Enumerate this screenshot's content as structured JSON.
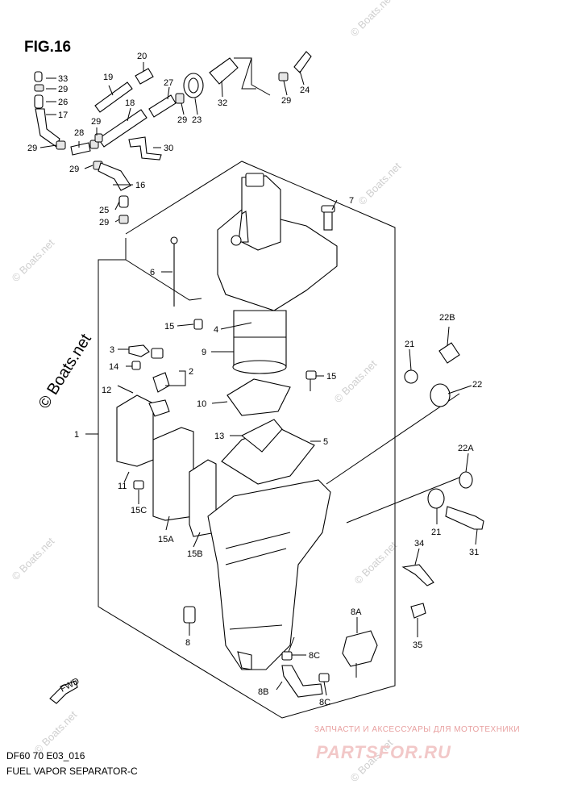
{
  "figure": {
    "title": "FIG.16",
    "model_code": "DF60 70 E03_016",
    "caption": "FUEL VAPOR SEPARATOR-C",
    "fwd_mark": "FWD"
  },
  "watermarks": {
    "small": "© Boats.net",
    "large": "© Boats.net"
  },
  "branding": {
    "tagline": "ЗАПЧАСТИ И АКСЕССУАРЫ ДЛЯ МОТОТЕХНИКИ",
    "site": "PARTSFOR.RU"
  },
  "callouts": {
    "c1": "1",
    "c2": "2",
    "c3": "3",
    "c4": "4",
    "c5": "5",
    "c6": "6",
    "c7": "7",
    "c8": "8",
    "c8A": "8A",
    "c8B": "8B",
    "c8C_a": "8C",
    "c8C_b": "8C",
    "c9": "9",
    "c10": "10",
    "c11": "11",
    "c12": "12",
    "c13": "13",
    "c14": "14",
    "c15_a": "15",
    "c15_b": "15",
    "c15A": "15A",
    "c15B": "15B",
    "c15C": "15C",
    "c16": "16",
    "c17": "17",
    "c18": "18",
    "c19": "19",
    "c20": "20",
    "c21_a": "21",
    "c21_b": "21",
    "c22": "22",
    "c22A": "22A",
    "c22B": "22B",
    "c23": "23",
    "c24": "24",
    "c25": "25",
    "c26": "26",
    "c27": "27",
    "c28": "28",
    "c29_a": "29",
    "c29_b": "29",
    "c29_c": "29",
    "c29_d": "29",
    "c29_e": "29",
    "c29_f": "29",
    "c29_g": "29",
    "c30": "30",
    "c31": "31",
    "c32": "32",
    "c33": "33",
    "c34": "34",
    "c35": "35"
  }
}
